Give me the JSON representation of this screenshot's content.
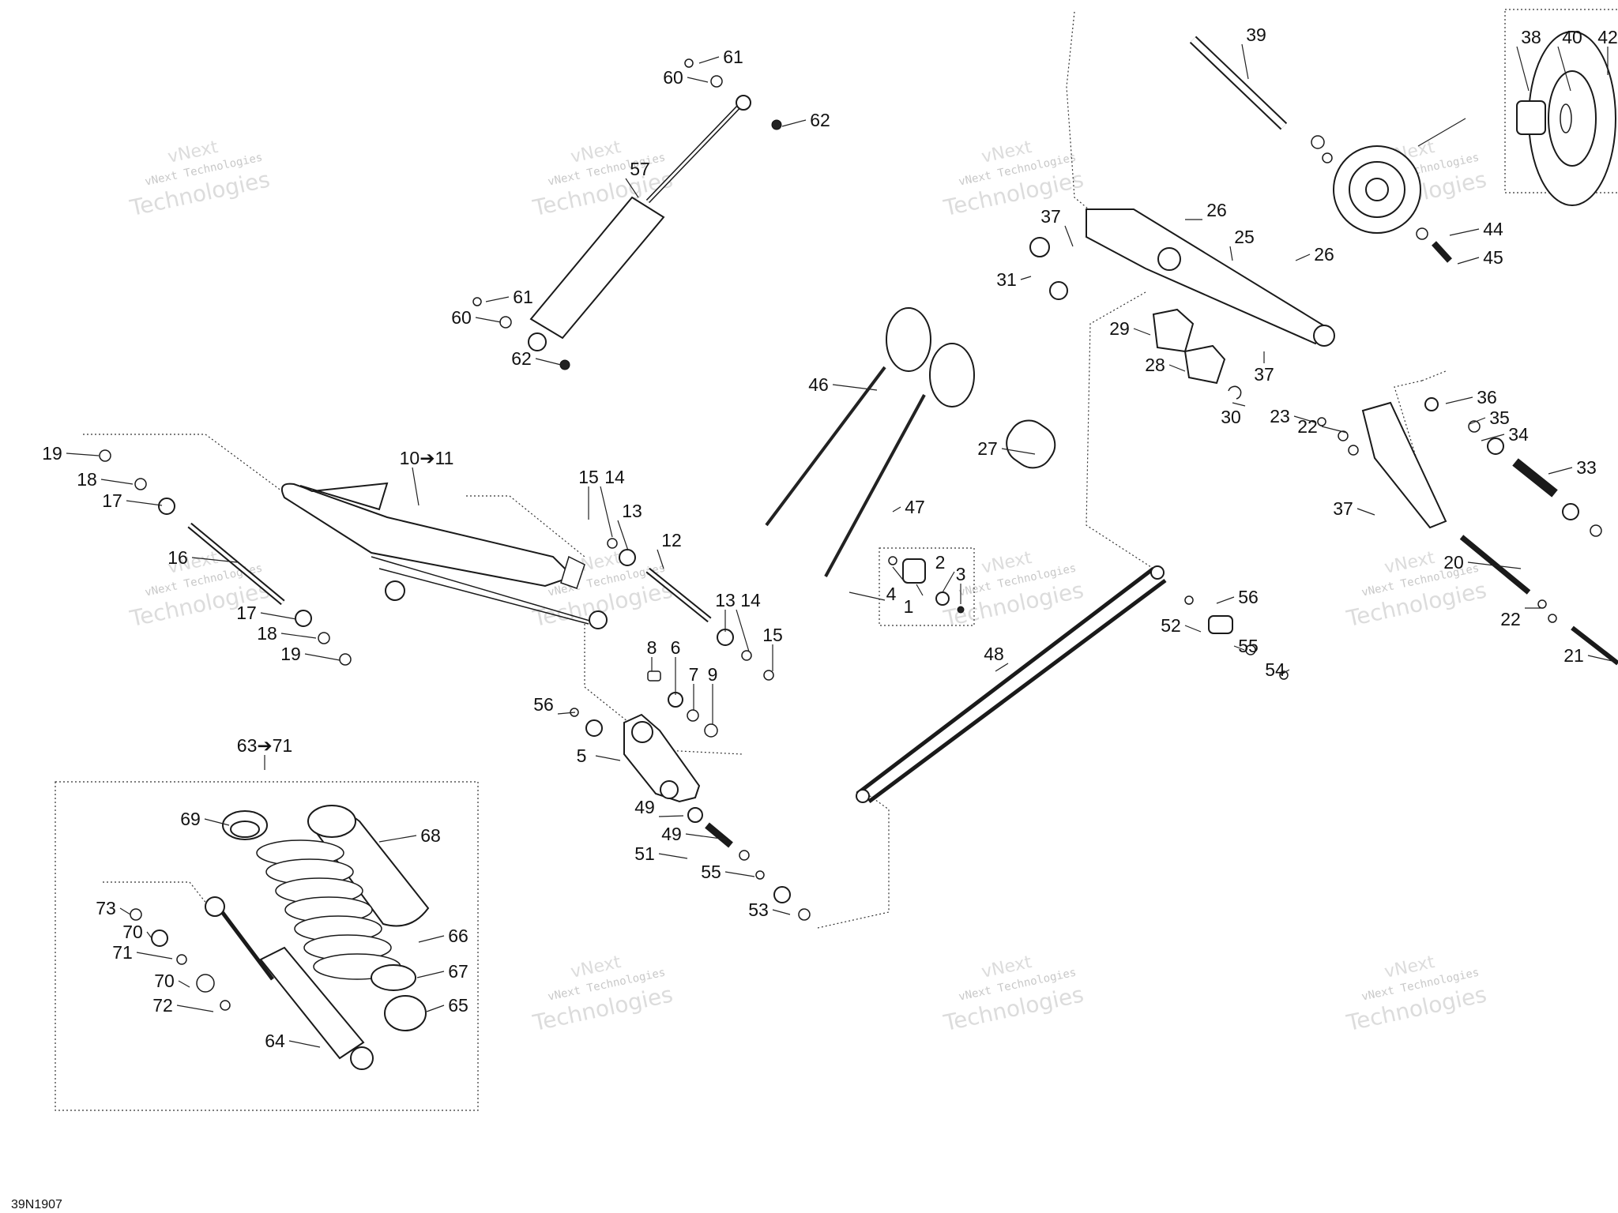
{
  "diagram": {
    "reference_code": "39N1907",
    "watermark_brand": "vNext",
    "watermark_line": "vNext Technologies",
    "watermark_big": "Technologies",
    "callouts": [
      "1",
      "2",
      "3",
      "4",
      "5",
      "6",
      "7",
      "8",
      "9",
      "10➔11",
      "12",
      "13",
      "13",
      "14",
      "14",
      "15",
      "15",
      "16",
      "17",
      "17",
      "18",
      "18",
      "19",
      "19",
      "20",
      "21",
      "22",
      "22",
      "23",
      "25",
      "26",
      "26",
      "27",
      "28",
      "29",
      "30",
      "31",
      "33",
      "34",
      "35",
      "36",
      "37",
      "37",
      "37",
      "38",
      "39",
      "40",
      "42",
      "44",
      "45",
      "46",
      "47",
      "48",
      "49",
      "49",
      "51",
      "52",
      "53",
      "54",
      "55",
      "55",
      "56",
      "56",
      "57",
      "60",
      "60",
      "61",
      "61",
      "62",
      "62",
      "63➔71",
      "64",
      "65",
      "66",
      "67",
      "68",
      "69",
      "70",
      "70",
      "71",
      "72",
      "73"
    ]
  }
}
